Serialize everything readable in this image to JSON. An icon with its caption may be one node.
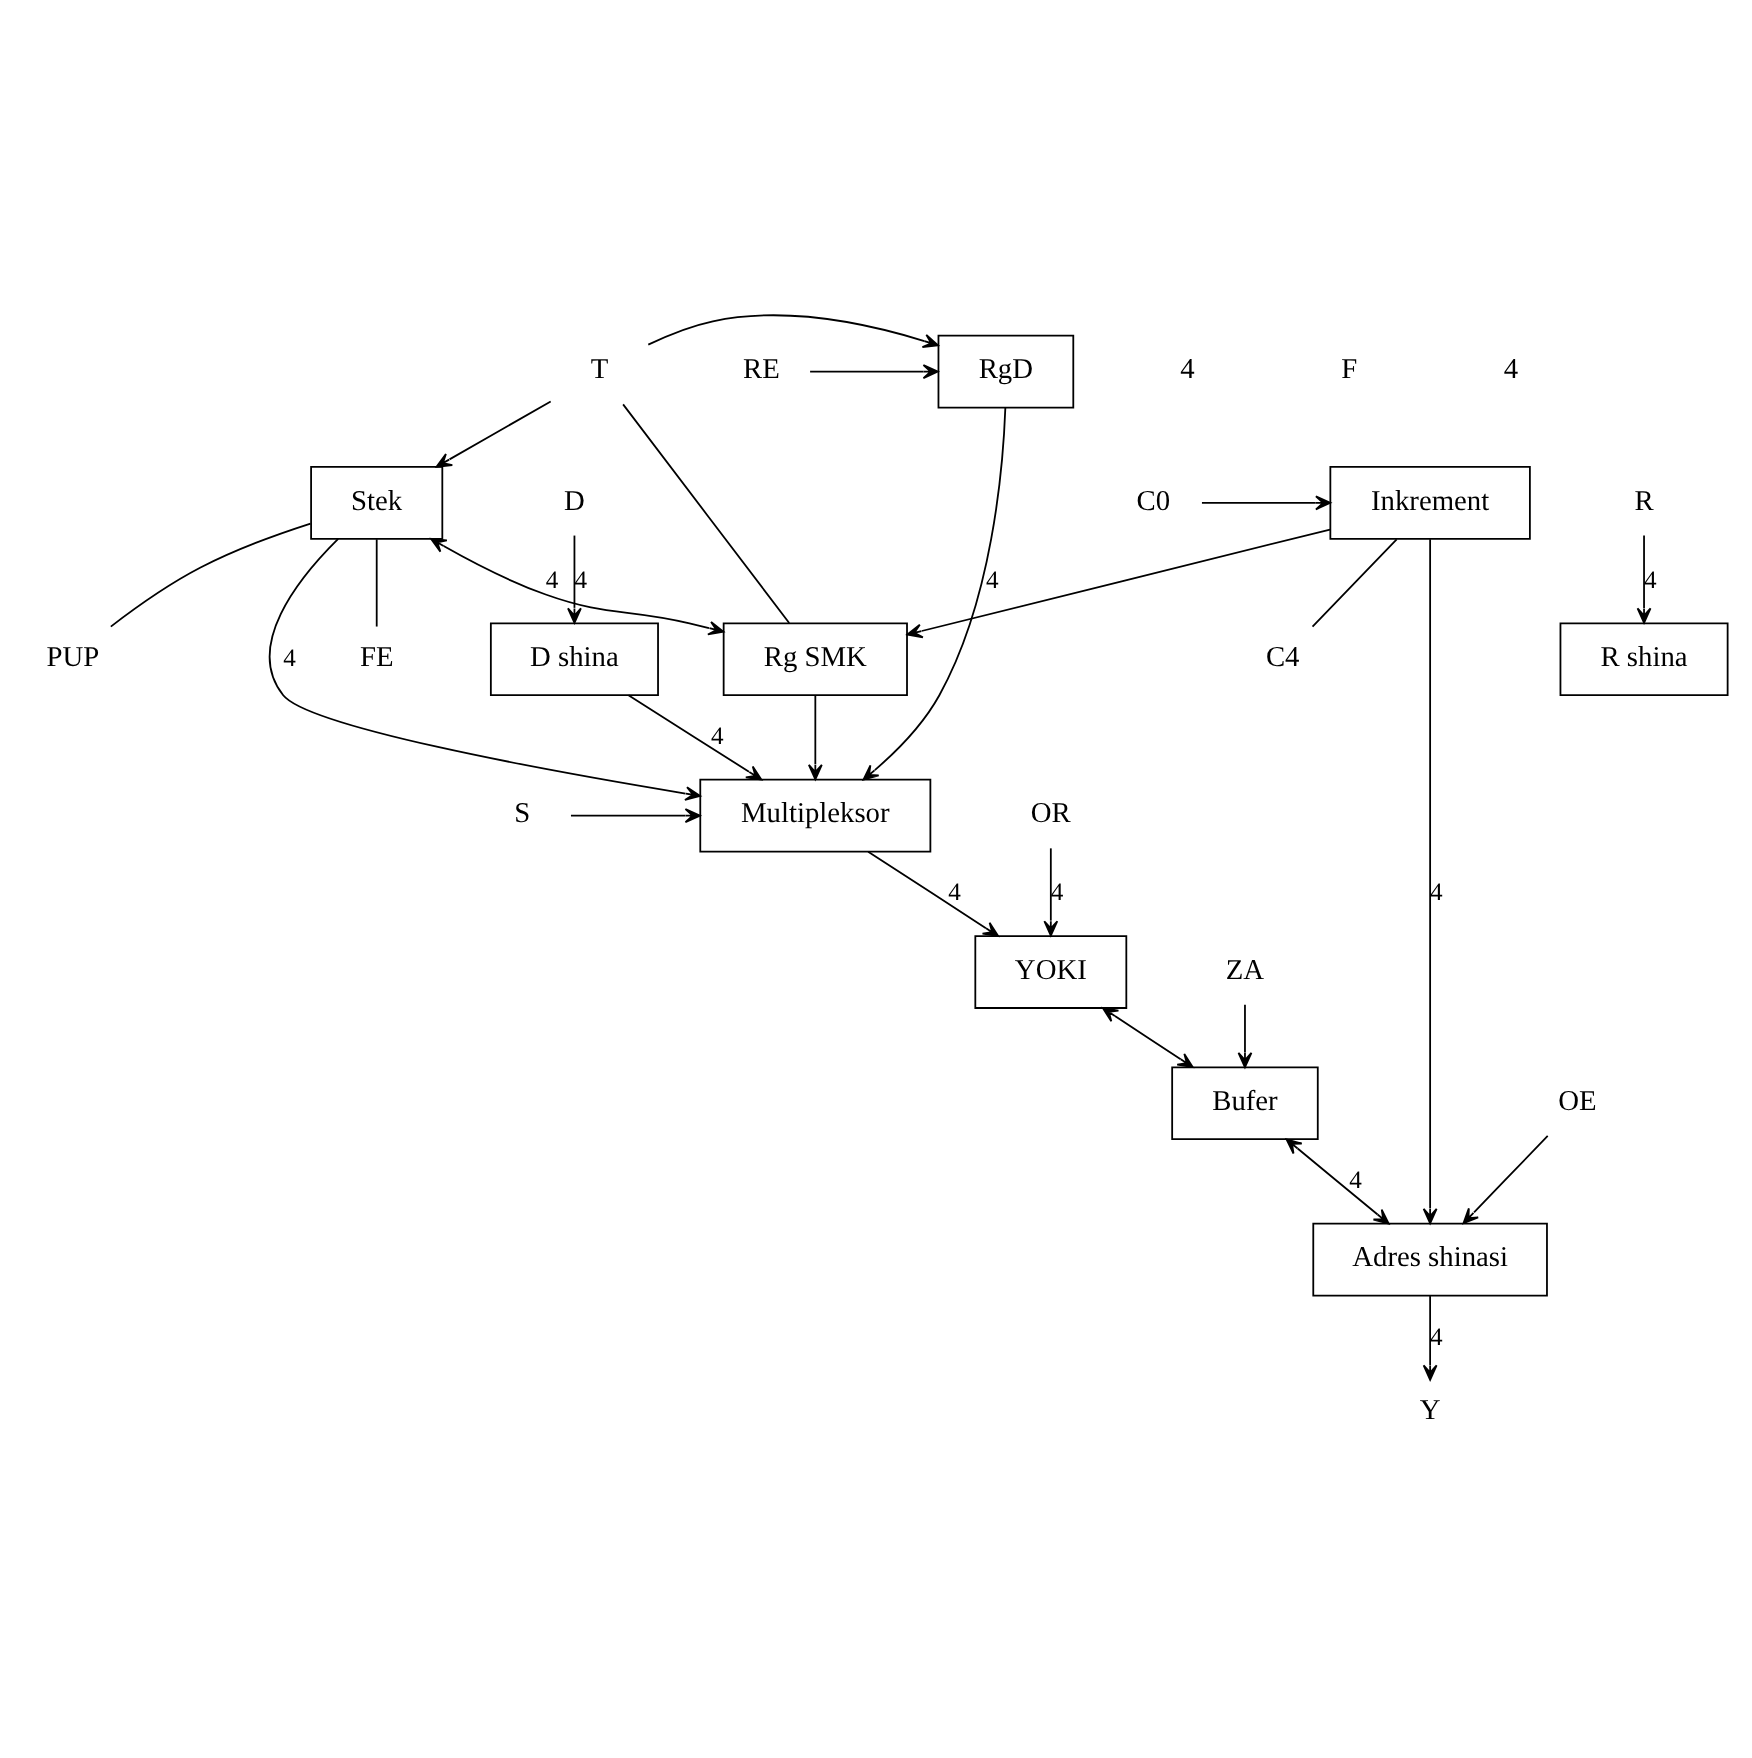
{
  "diagram": {
    "nodes": [
      {
        "text": [
          "D"
        ]
      },
      {
        "text": [
          "R"
        ]
      },
      {
        "text": [
          "D shina"
        ]
      },
      {
        "text": [
          "R shina"
        ]
      },
      {
        "text": [
          "RE"
        ]
      },
      {
        "text": [
          "RgD"
        ]
      },
      {
        "text": [
          "T"
        ]
      },
      {
        "text": [
          "Stek"
        ]
      },
      {
        "text": [
          "FE"
        ]
      },
      {
        "text": [
          "PUP"
        ]
      },
      {
        "text": [
          "S"
        ]
      },
      {
        "text": [
          "Multipleksor"
        ]
      },
      {
        "text": [
          "Rg SMK"
        ]
      },
      {
        "text": [
          "OR"
        ]
      },
      {
        "text": [
          "YOKI"
        ]
      },
      {
        "text": [
          "C4"
        ]
      },
      {
        "text": [
          "Inkrement"
        ]
      },
      {
        "text": [
          "C0"
        ]
      },
      {
        "text": [
          "ZA"
        ]
      },
      {
        "text": [
          "Bufer"
        ]
      },
      {
        "text": [
          "OE"
        ]
      },
      {
        "text": [
          "Adres shinasi"
        ]
      },
      {
        "text": [
          "Y"
        ]
      }
    ],
    "edges": [
      {
        "from": 0,
        "to": 2,
        "arrow": "to",
        "label": "4"
      },
      {
        "from": 1,
        "to": 3,
        "arrow": "to",
        "label": "4"
      },
      {
        "from": 2,
        "to": 11,
        "arrow": "to",
        "label": "4"
      },
      {
        "from": 4,
        "to": 5,
        "arrow": "to"
      },
      {
        "from": 6,
        "to": 5,
        "arrow": "to"
      },
      {
        "from": 6,
        "to": 7,
        "arrow": "to"
      },
      {
        "from": 6,
        "to": 12,
        "arrow": "none"
      },
      {
        "from": 7,
        "to": 8,
        "arrow": "none"
      },
      {
        "from": 7,
        "to": 9,
        "arrow": "none"
      },
      {
        "from": 7,
        "to": 11,
        "arrow": "to",
        "label": "4"
      },
      {
        "from": 5,
        "to": 11,
        "arrow": "to",
        "label": "4"
      },
      {
        "from": 7,
        "to": 12,
        "arrow": "both",
        "label": "4"
      },
      {
        "from": 12,
        "to": 11,
        "arrow": "to"
      },
      {
        "from": 10,
        "to": 11,
        "arrow": "to"
      },
      {
        "from": 11,
        "to": 14,
        "arrow": "to",
        "label": "4"
      },
      {
        "from": 13,
        "to": 14,
        "arrow": "to",
        "label": "4"
      },
      {
        "from": 14,
        "to": 19,
        "arrow": "both"
      },
      {
        "from": 16,
        "to": 15,
        "arrow": "none"
      },
      {
        "from": 17,
        "to": 16,
        "arrow": "to"
      },
      {
        "from": 16,
        "to": 12,
        "arrow": "to"
      },
      {
        "from": 18,
        "to": 19,
        "arrow": "to"
      },
      {
        "from": 19,
        "to": 21,
        "arrow": "both",
        "label": "4"
      },
      {
        "from": 16,
        "to": 21,
        "arrow": "to",
        "label": "4"
      },
      {
        "from": 20,
        "to": 21,
        "arrow": "to"
      },
      {
        "from": 21,
        "to": 22,
        "arrow": "to",
        "label": "4"
      }
    ],
    "labels": [
      "4",
      "F",
      "4"
    ]
  }
}
